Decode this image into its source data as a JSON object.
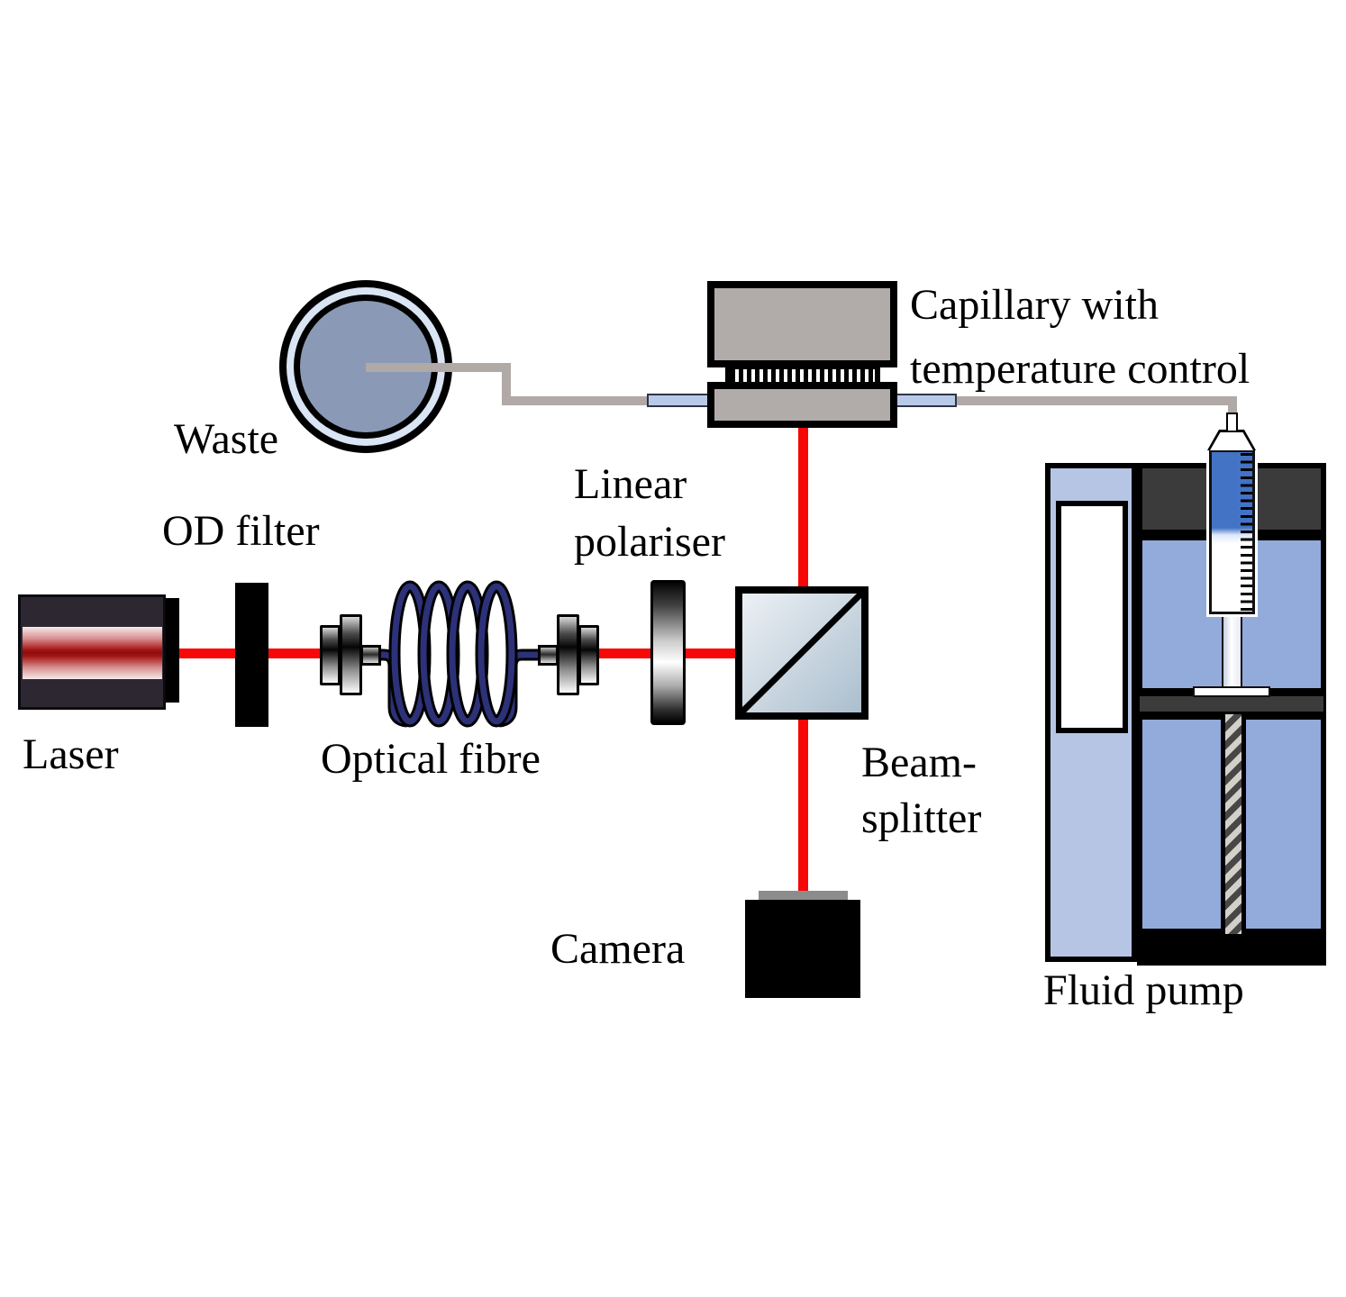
{
  "diagram": {
    "type": "optical-experiment-setup",
    "labels": {
      "laser": "Laser",
      "od_filter": "OD filter",
      "optical_fibre": "Optical fibre",
      "linear_polariser_line1": "Linear",
      "linear_polariser_line2": "polariser",
      "beamsplitter_line1": "Beam-",
      "beamsplitter_line2": "splitter",
      "camera": "Camera",
      "waste": "Waste",
      "capillary_line1": "Capillary with",
      "capillary_line2": "temperature control",
      "fluid_pump": "Fluid pump"
    },
    "colors": {
      "beam_red": "#f70808",
      "fibre_navy": "#2c3178",
      "tube_grey": "#b0a9a6",
      "device_grey": "#b1acaa",
      "capillary_blue": "#b9c9ea",
      "waste_inner_fill": "#8a9ab6",
      "waste_ring_blue": "#d9e4f4",
      "pump_light_blue": "#b7c5e4",
      "pump_mid_blue": "#92abdb",
      "pump_dark_grey": "#3b3b3b",
      "syringe_fluid_blue": "#4373c5",
      "beamsplitter_fill_light": "#eef2f6",
      "beamsplitter_fill_dark": "#a9bdcd",
      "laser_body": "#2c2731",
      "laser_glow_red": "#8c0d0d"
    }
  }
}
